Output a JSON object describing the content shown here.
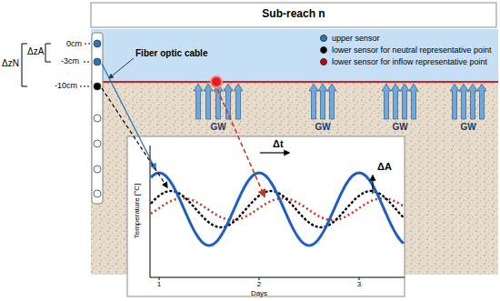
{
  "diagram": {
    "title": "Sub-reach n",
    "labels": [
      "ΔzN",
      "ΔzA",
      "0cm",
      "-3cm",
      "-10cm",
      "Fiber optic cable",
      "GW",
      "GW",
      "GW",
      "GW",
      "Δt",
      "ΔA",
      "Temperature [°C]",
      "Days",
      "1",
      "2",
      "3"
    ],
    "legend": [
      {
        "text": "upper sensor",
        "color": "#2e75b6"
      },
      {
        "text": "lower sensor for neutral representative point",
        "color": "#000000"
      },
      {
        "text": "lower sensor for inflow representative point",
        "color": "#c00000"
      }
    ]
  }
}
